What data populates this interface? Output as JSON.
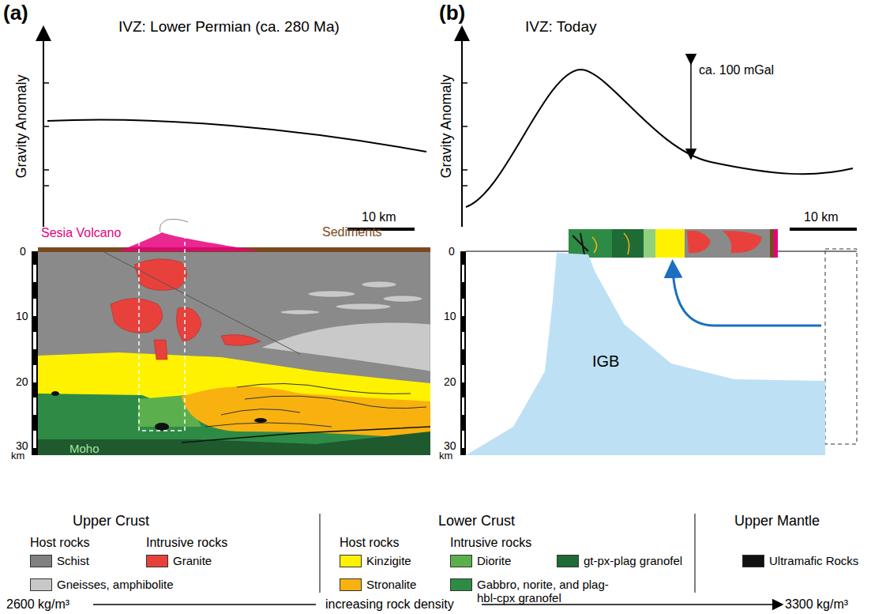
{
  "diagram": {
    "nodes": [
      {
        "text": [
          "IGB"
        ]
      }
    ],
    "labels": [
      "(a)",
      "IVZ: Lower Permian (ca. 280 Ma)",
      "Gravity Anomaly",
      "Sesia Volcano",
      "Sediments",
      "10 km",
      "0",
      "10",
      "20",
      "30",
      "km",
      "Moho",
      "(b)",
      "IVZ: Today",
      "Gravity Anomaly",
      "ca. 100 mGal",
      "10 km",
      "0",
      "10",
      "20",
      "30",
      "km",
      "Upper Crust",
      "Host rocks",
      "Intrusive rocks",
      "Lower Crust",
      "Host rocks",
      "Intrusive rocks",
      "Upper Mantle",
      "2600 kg/m³",
      "increasing rock density",
      "3300 kg/m³"
    ],
    "legend": [
      {
        "text": "Schist",
        "color": "#808080"
      },
      {
        "text": "Granite",
        "color": "#e8413c"
      },
      {
        "text": "Gneisses, amphibolite",
        "color": "#c8c8c8"
      },
      {
        "text": "Kinzigite",
        "color": "#fff200"
      },
      {
        "text": "Stronalite",
        "color": "#f9b10f"
      },
      {
        "text": "Diorite",
        "color": "#5bb04d"
      },
      {
        "text": "gt-px-plag granofel",
        "color": "#1e6b35"
      },
      {
        "text": "Gabbro, norite, and plag-hbl-cpx granofel",
        "color": "#2e8b45"
      },
      {
        "text": "Ultramafic Rocks",
        "color": "#111111"
      }
    ]
  }
}
